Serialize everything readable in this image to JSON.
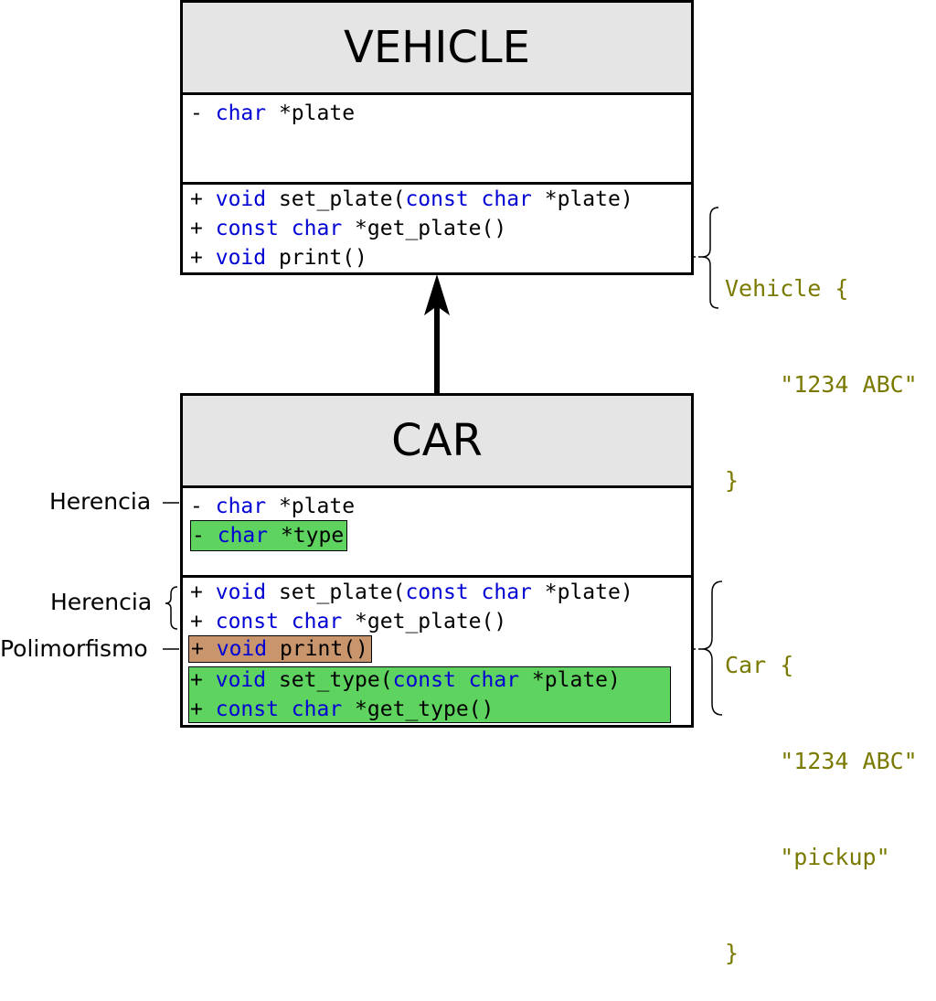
{
  "vehicle": {
    "name": "VEHICLE",
    "attributes": [
      {
        "vis": "-",
        "type": "char",
        "rest": " *plate"
      }
    ],
    "methods": [
      {
        "vis": "+",
        "kw1": "void",
        "mid": " set_plate(",
        "kw2": "const char",
        "rest": " *plate)"
      },
      {
        "vis": "+",
        "kw1": "const char",
        "mid": " *get_plate()",
        "kw2": "",
        "rest": ""
      },
      {
        "vis": "+",
        "kw1": "void",
        "mid": " print()",
        "kw2": "",
        "rest": ""
      }
    ],
    "note": [
      "Vehicle {",
      "    \"1234 ABC\"",
      "}"
    ]
  },
  "car": {
    "name": "CAR",
    "attributes": [
      {
        "vis": "-",
        "type": "char",
        "rest": " *plate"
      },
      {
        "vis": "-",
        "type": "char",
        "rest": " *type"
      }
    ],
    "methods": [
      {
        "vis": "+",
        "kw1": "void",
        "mid": " set_plate(",
        "kw2": "const char",
        "rest": " *plate)"
      },
      {
        "vis": "+",
        "kw1": "const char",
        "mid": " *get_plate()",
        "kw2": "",
        "rest": ""
      },
      {
        "vis": "+",
        "kw1": "void",
        "mid": " print()",
        "kw2": "",
        "rest": ""
      },
      {
        "vis": "+",
        "kw1": "void",
        "mid": " set_type(",
        "kw2": "const char",
        "rest": " *plate)"
      },
      {
        "vis": "+",
        "kw1": "const char",
        "mid": " *get_type()",
        "kw2": "",
        "rest": ""
      }
    ],
    "note": [
      "Car {",
      "    \"1234 ABC\"",
      "    \"pickup\"",
      "}"
    ]
  },
  "labels": {
    "herencia_attr": "Herencia",
    "herencia_methods": "Herencia",
    "polimorfismo": "Polimorfismo"
  },
  "colors": {
    "keyword": "#0000d4",
    "new_member": "#5fd35f",
    "overridden_member": "#c8956c",
    "note": "#7a7a00",
    "header": "#e5e5e5"
  }
}
